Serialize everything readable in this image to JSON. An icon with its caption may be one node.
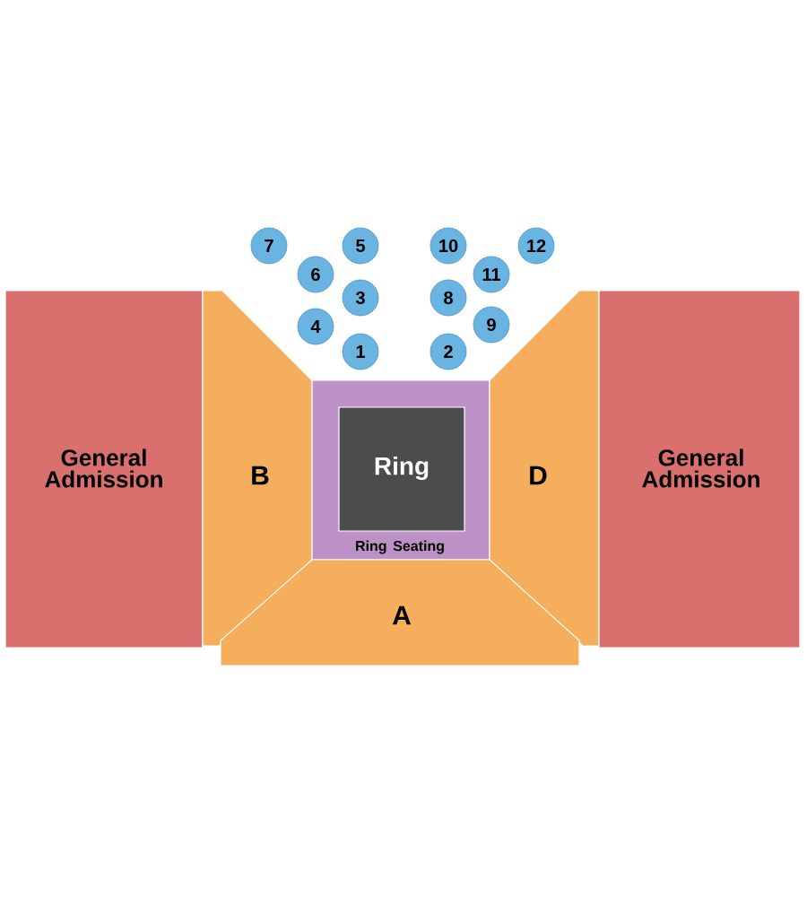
{
  "diagram": {
    "nodes": [
      {
        "text": [
          "General Admission"
        ]
      },
      {
        "text": [
          "B"
        ]
      },
      {
        "text": [
          "Ring Seating"
        ]
      },
      {
        "text": [
          "Ring"
        ],
        "in": 2
      },
      {
        "text": [
          "D"
        ]
      },
      {
        "text": [
          "A"
        ]
      },
      {
        "text": [
          "General Admission"
        ]
      },
      {
        "text": [
          "7"
        ]
      },
      {
        "text": [
          "5"
        ]
      },
      {
        "text": [
          "10"
        ]
      },
      {
        "text": [
          "12"
        ]
      },
      {
        "text": [
          "6"
        ]
      },
      {
        "text": [
          "11"
        ]
      },
      {
        "text": [
          "3"
        ]
      },
      {
        "text": [
          "8"
        ]
      },
      {
        "text": [
          "4"
        ]
      },
      {
        "text": [
          "9"
        ]
      },
      {
        "text": [
          "1"
        ]
      },
      {
        "text": [
          "2"
        ]
      }
    ]
  }
}
